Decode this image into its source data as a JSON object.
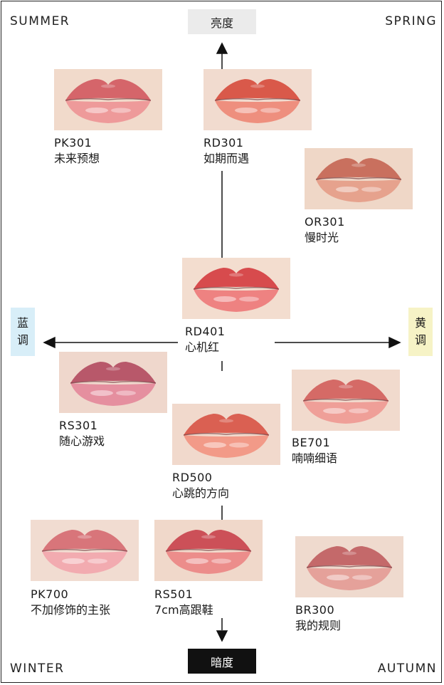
{
  "corners": {
    "top_left": "SUMMER",
    "top_right": "SPRING",
    "bottom_left": "WINTER",
    "bottom_right": "AUTUMN"
  },
  "axes": {
    "up": "亮度",
    "down": "暗度",
    "left": [
      "蓝",
      "调"
    ],
    "right": [
      "黄",
      "调"
    ]
  },
  "colors": {
    "up_box": "#ebebeb",
    "down_box": "#111111",
    "left_box": "#d8eef8",
    "right_box": "#f6f3c6"
  },
  "lipsticks": [
    {
      "code": "PK301",
      "name": "未来预想",
      "skin": "#f1dacb",
      "upper": "#d5656a",
      "lower": "#ee9a9a"
    },
    {
      "code": "RD301",
      "name": "如期而遇",
      "skin": "#f1dbcf",
      "upper": "#d9594a",
      "lower": "#ee8f7e"
    },
    {
      "code": "OR301",
      "name": "慢时光",
      "skin": "#efd7c7",
      "upper": "#c9705e",
      "lower": "#e6a28d"
    },
    {
      "code": "RD401",
      "name": "心机红",
      "skin": "#f3ddcf",
      "upper": "#d74b4d",
      "lower": "#ee8281"
    },
    {
      "code": "RS301",
      "name": "随心游戏",
      "skin": "#efd7cc",
      "upper": "#b8586a",
      "lower": "#e58f9f"
    },
    {
      "code": "RD500",
      "name": "心跳的方向",
      "skin": "#f1d9cc",
      "upper": "#da6052",
      "lower": "#f29a88"
    },
    {
      "code": "BE701",
      "name": "喃喃细语",
      "skin": "#f1dacd",
      "upper": "#d56a66",
      "lower": "#ef9f98"
    },
    {
      "code": "PK700",
      "name": "不加修饰的主张",
      "skin": "#f1dcd1",
      "upper": "#d8757a",
      "lower": "#f2abb0"
    },
    {
      "code": "RS501",
      "name": "7cm高跟鞋",
      "skin": "#f0d8ca",
      "upper": "#cc5058",
      "lower": "#ec8d8b"
    },
    {
      "code": "BR300",
      "name": "我的规则",
      "skin": "#efdace",
      "upper": "#c4696a",
      "lower": "#e5a19a"
    }
  ]
}
